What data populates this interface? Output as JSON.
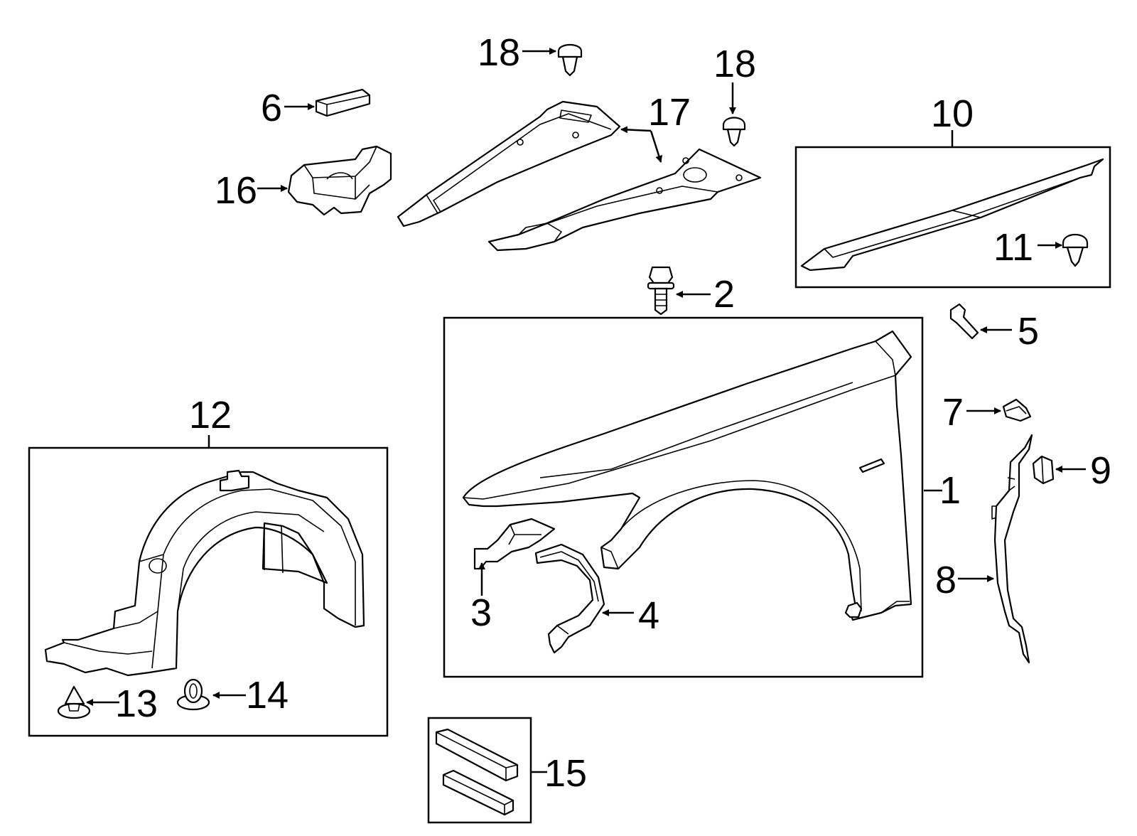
{
  "labels": {
    "l1": "1",
    "l2": "2",
    "l3": "3",
    "l4": "4",
    "l5": "5",
    "l6": "6",
    "l7": "7",
    "l8": "8",
    "l9": "9",
    "l10": "10",
    "l11": "11",
    "l12": "12",
    "l13": "13",
    "l14": "14",
    "l15": "15",
    "l16": "16",
    "l17": "17",
    "l18a": "18",
    "l18b": "18"
  },
  "colors": {
    "line": "#000000",
    "background": "#ffffff"
  }
}
